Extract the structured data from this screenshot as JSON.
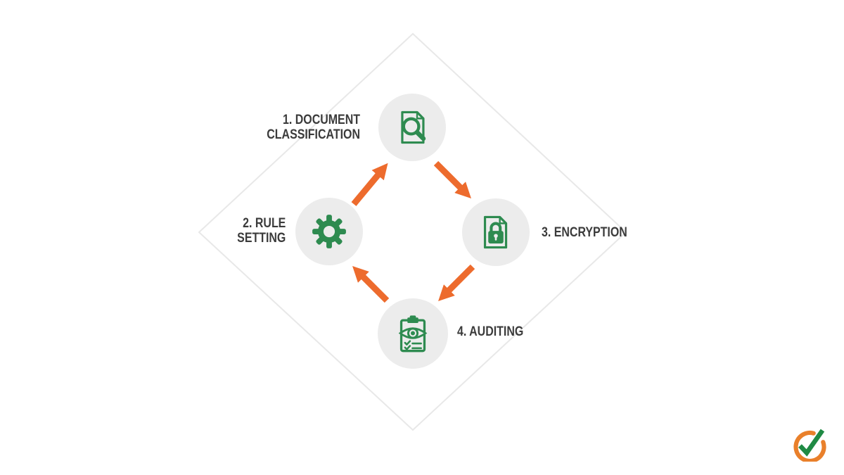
{
  "title": "Data protection process cycle diagram",
  "colors": {
    "background": "#FFFFFF",
    "icon_green": "#2E8B50",
    "arrow_orange": "#ED6B2D",
    "circle_gray": "#ECECEC",
    "diamond_outline": "#E8E8E8",
    "label_text": "#3B3B3B",
    "logo_orange": "#E9802B",
    "logo_green": "#1F8A44"
  },
  "diagram": {
    "type": "cycle",
    "steps": [
      {
        "id": "document-classification",
        "label": "1. DOCUMENT\nCLASSIFICATION",
        "icon": "document-search-icon"
      },
      {
        "id": "rule-setting",
        "label": "2. RULE\nSETTING",
        "icon": "gear-icon"
      },
      {
        "id": "encryption",
        "label": "3. ENCRYPTION",
        "icon": "document-lock-icon"
      },
      {
        "id": "auditing",
        "label": "4. AUDITING",
        "icon": "clipboard-eye-icon"
      }
    ],
    "arrows": [
      {
        "from": "rule-setting",
        "to": "document-classification"
      },
      {
        "from": "document-classification",
        "to": "encryption"
      },
      {
        "from": "encryption",
        "to": "auditing"
      },
      {
        "from": "auditing",
        "to": "rule-setting"
      }
    ]
  },
  "logo": {
    "name": "checkmark-circle-logo"
  }
}
